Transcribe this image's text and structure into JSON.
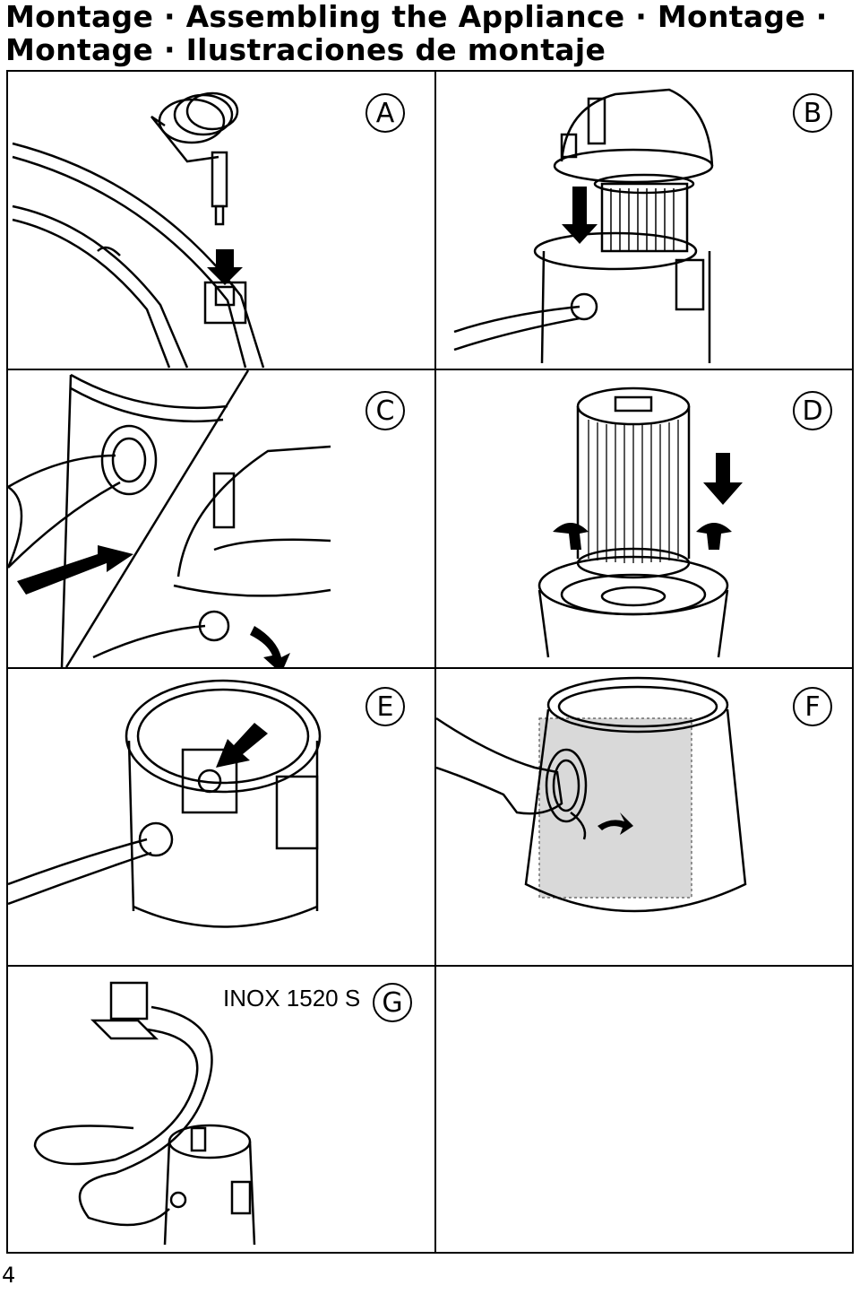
{
  "page": {
    "title_line1": "Montage · Assembling the Appliance · Montage ·",
    "title_line2": "Montage · Ilustraciones de montaje",
    "page_number": "4"
  },
  "panels": [
    {
      "id": "A",
      "label": "A"
    },
    {
      "id": "B",
      "label": "B"
    },
    {
      "id": "C",
      "label": "C"
    },
    {
      "id": "D",
      "label": "D"
    },
    {
      "id": "E",
      "label": "E"
    },
    {
      "id": "F",
      "label": "F"
    },
    {
      "id": "G",
      "label": "G",
      "model": "INOX 1520 S"
    }
  ]
}
